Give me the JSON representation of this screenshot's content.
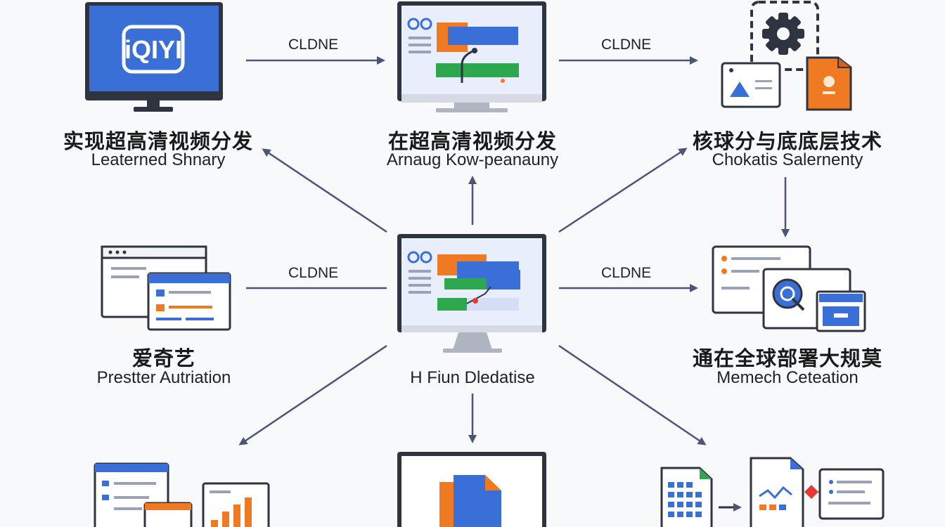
{
  "nodes": {
    "top_left": {
      "cn": "实现超高清视频分发",
      "en": "Leaterned Shnary",
      "logo": "iQIYI"
    },
    "top_center": {
      "cn": "在超高清视频分发",
      "en": "Arnaug Kow-peanauny"
    },
    "top_right": {
      "cn": "核球分与底底层技术",
      "en": "Chokatis Salernenty"
    },
    "middle_left": {
      "cn": "爱奇艺",
      "en": "Prestter Autriation"
    },
    "center": {
      "en": "H Fiun Dledatise"
    },
    "middle_right": {
      "cn": "通在全球部署大规莫",
      "en": "Memech Ceteation"
    }
  },
  "edge_labels": {
    "e1": "CLDNE",
    "e2": "CLDNE",
    "e3": "CLDNE",
    "e4": "CLDNE"
  },
  "colors": {
    "blue": "#3b6fd8",
    "orange": "#f07a22",
    "green": "#2ea84f",
    "navy": "#4a5577",
    "dark": "#2e3440",
    "bg": "#f8f9fb"
  }
}
